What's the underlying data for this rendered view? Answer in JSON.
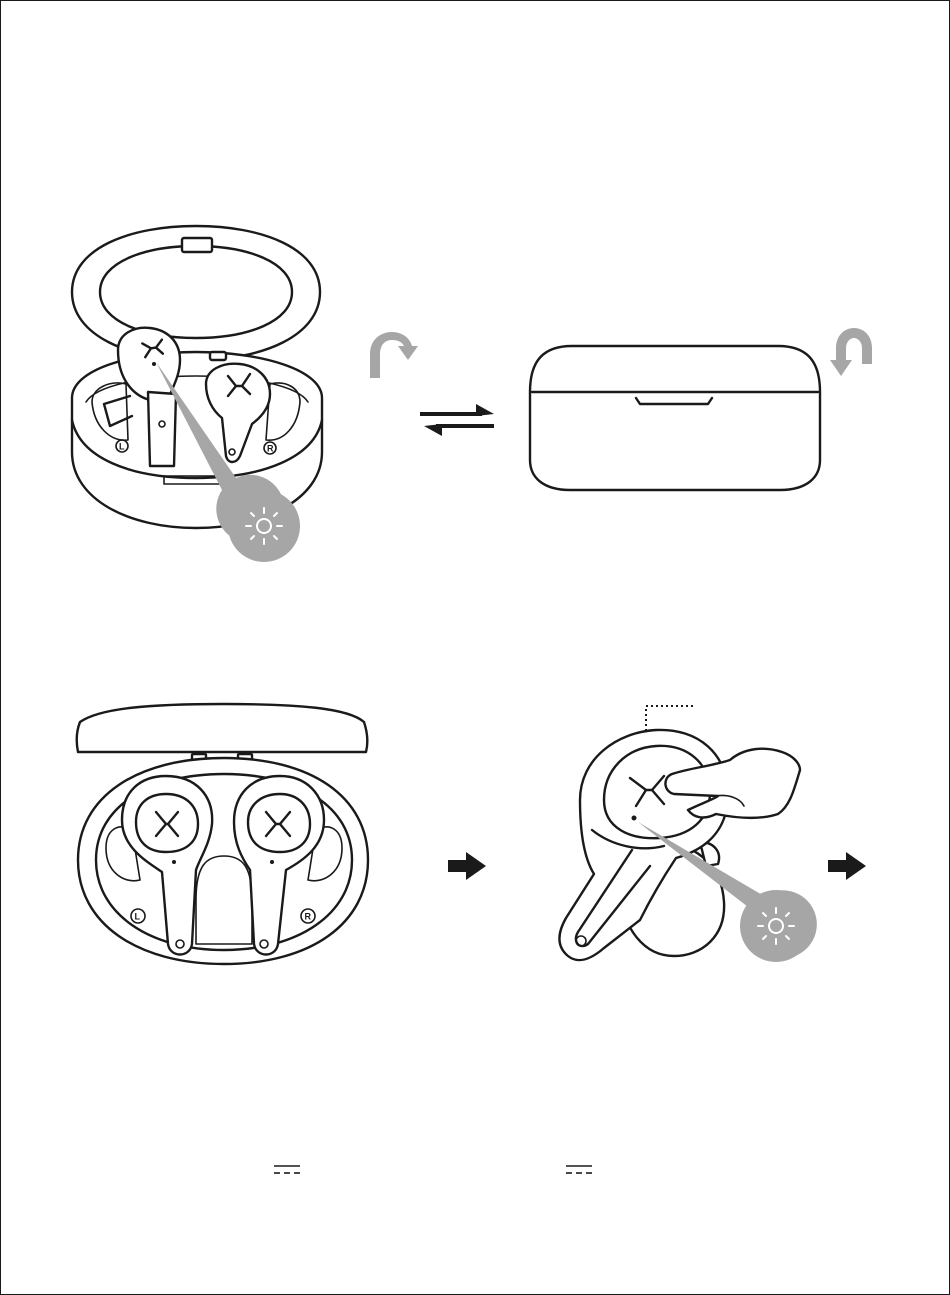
{
  "figure": {
    "side_labels": {
      "left": "L",
      "right": "R"
    },
    "icons": [
      "open-case-with-earbuds",
      "led-indicator-callout",
      "open-lid-arrow-icon",
      "close-lid-arrow-icon",
      "two-way-exchange-arrow-icon",
      "closed-charging-case",
      "case-open-top-view",
      "next-step-arrow-icon",
      "earbud-touch-press",
      "dc-symbol-icon"
    ]
  },
  "colors": {
    "ink": "#1a1a1a",
    "indicator_gray": "#a6a6a6",
    "background": "#ffffff"
  }
}
